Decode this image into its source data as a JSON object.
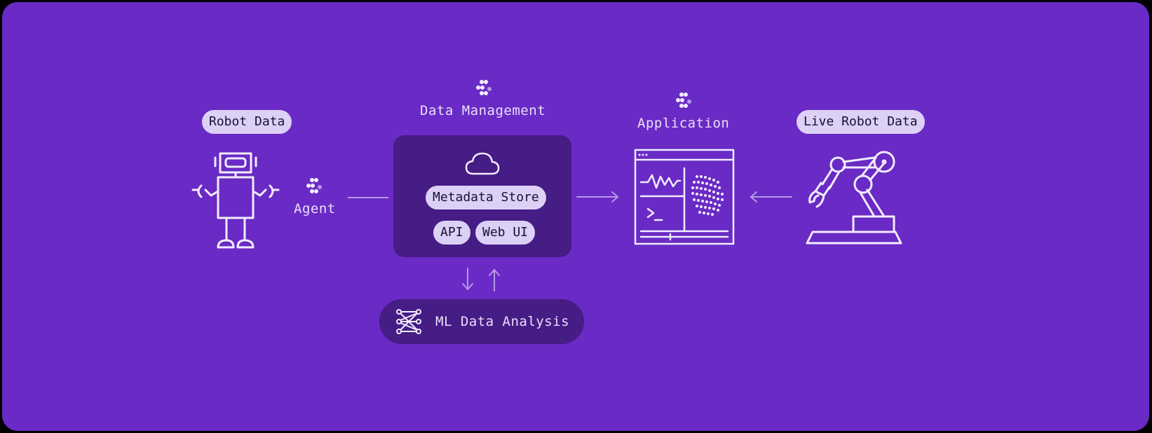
{
  "labels": {
    "robot_data": "Robot Data",
    "agent": "Agent",
    "data_management": "Data Management",
    "metadata_store": "Metadata Store",
    "api": "API",
    "web_ui": "Web UI",
    "application": "Application",
    "live_robot_data": "Live Robot Data",
    "ml_data_analysis": "ML Data Analysis"
  },
  "colors": {
    "background": "#6a2ac5",
    "panel": "#461c85",
    "pill": "#ddd0f7",
    "line": "#f2ecff",
    "arrow": "#b59be6"
  },
  "icons": [
    "logo-icon",
    "robot-icon",
    "cloud-icon",
    "app-window-icon",
    "robot-arm-icon",
    "network-icon"
  ]
}
